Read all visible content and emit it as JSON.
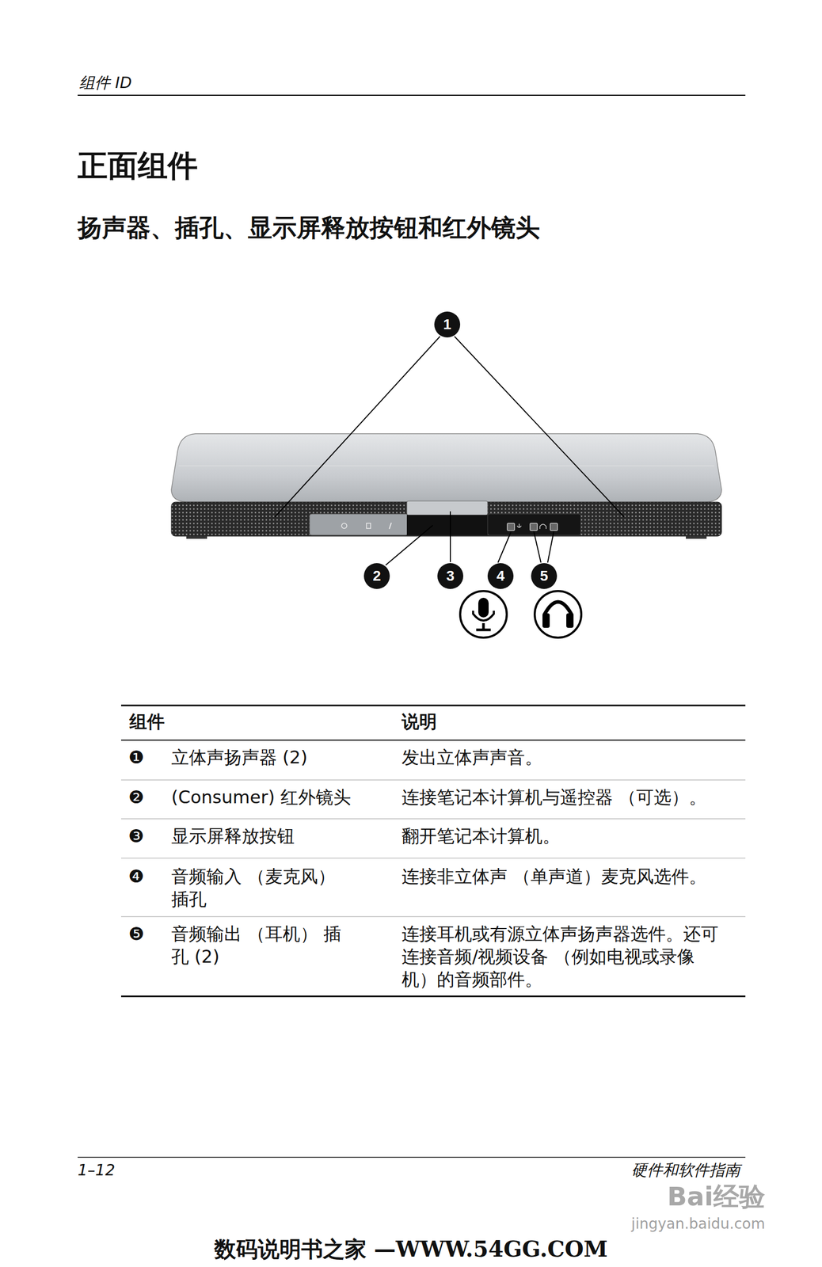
{
  "diagram": {
    "title": "正面组件",
    "nodes": [
      {
        "text": [
          "1"
        ]
      },
      {
        "text": [
          "2"
        ]
      },
      {
        "text": [
          "3"
        ]
      },
      {
        "text": [
          "4"
        ]
      },
      {
        "text": [
          "5"
        ]
      }
    ],
    "labels": [
      "组件 ID",
      "扬声器、插孔、显示屏释放按钮和红外镜头",
      "组件",
      "说明",
      "❶",
      "立体声扬声器 (2)",
      "发出立体声声音。",
      "❷",
      "(Consumer) 红外镜头",
      "连接笔记本计算机与遥控器 （可选）。",
      "❸",
      "显示屏释放按钮",
      "翻开笔记本计算机。",
      "❹",
      "音频输入 （麦克风） 插孔",
      "连接非立体声 （单声道）麦克风选件。",
      "❺",
      "音频输出 （耳机） 插孔 (2)",
      "连接耳机或有源立体声扬声器选件。还可 连接音频/视频设备 （例如电视或录像 机）的音频部件。",
      "1–12",
      "硬件和软件指南",
      "Bai经验",
      "jingyan.baidu.com",
      "数码说明书之家 —WWW.54GG.COM"
    ]
  }
}
